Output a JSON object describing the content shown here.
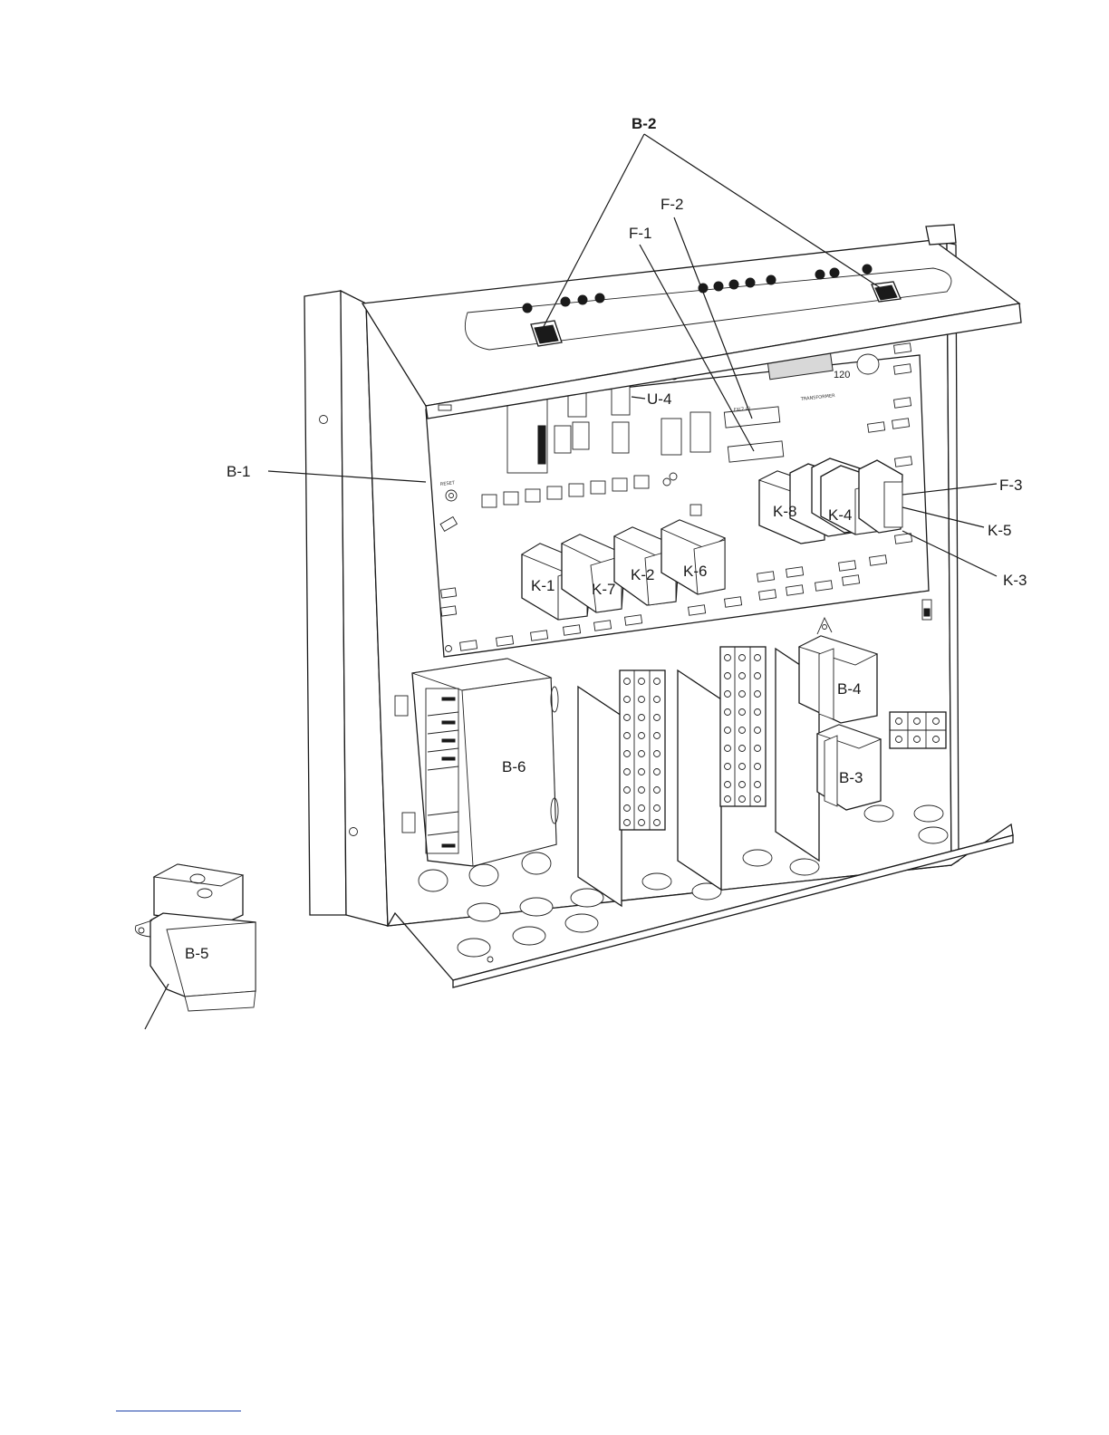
{
  "callouts": {
    "b2": "B-2",
    "f2": "F-2",
    "f1": "F-1",
    "u4": "U-4",
    "b1": "B-1",
    "f3": "F-3",
    "k5": "K-5",
    "k3": "K-3",
    "k8": "K-8",
    "k4": "K-4",
    "k1": "K-1",
    "k7": "K-7",
    "k2": "K-2",
    "k6": "K-6",
    "b4": "B-4",
    "b3": "B-3",
    "b6": "B-6",
    "b5": "B-5"
  },
  "board_marks": {
    "n120": "120",
    "reset": "RESET",
    "fuse": "FX(2 A)",
    "transformer": "TRANSFORMER"
  }
}
